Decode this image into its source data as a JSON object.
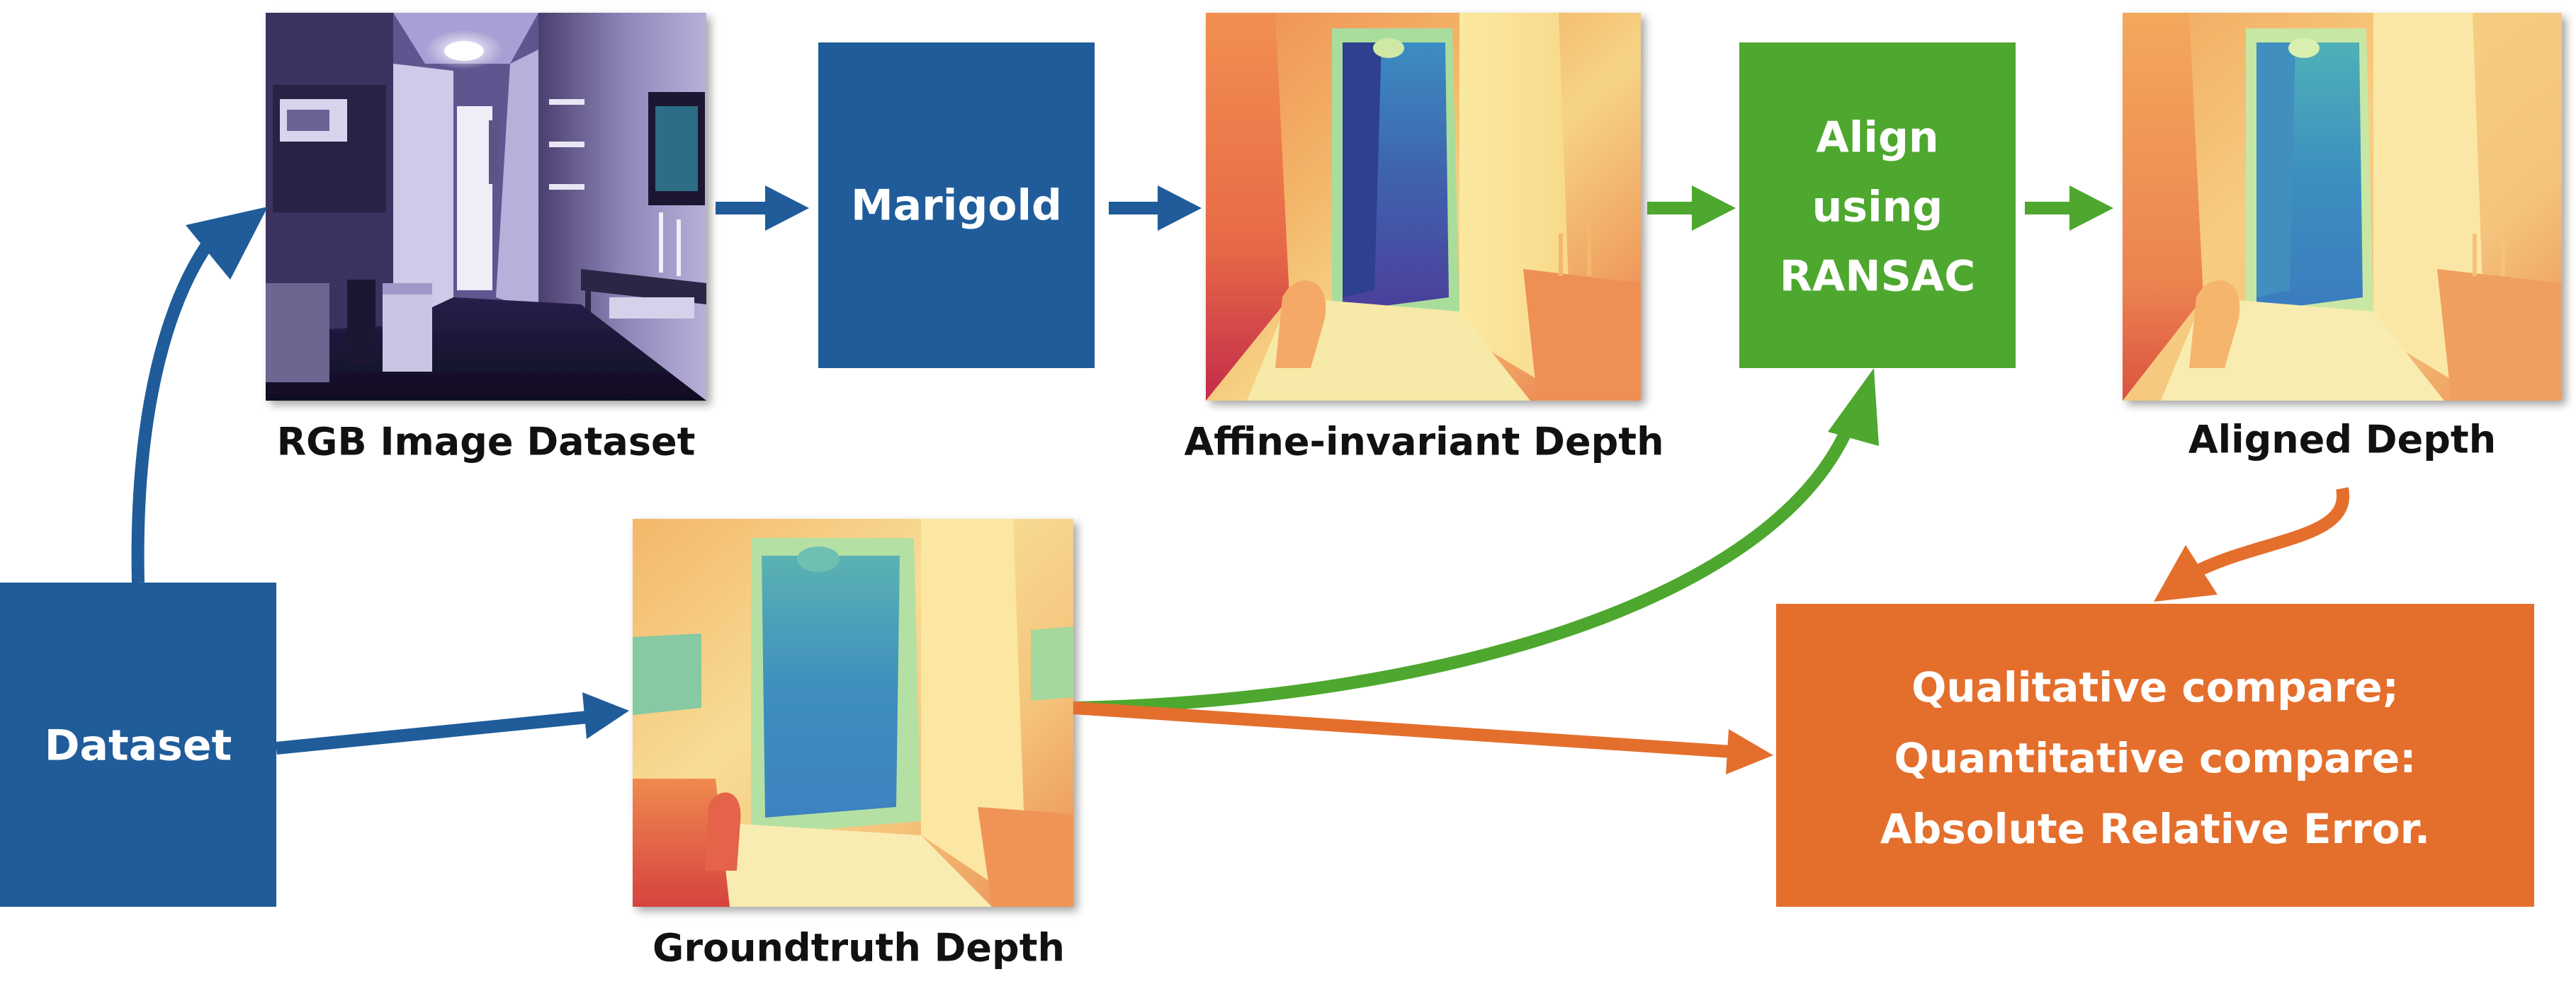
{
  "nodes": {
    "dataset": {
      "label": "Dataset"
    },
    "marigold": {
      "label": "Marigold"
    },
    "align": {
      "label_lines": [
        "Align",
        "using",
        "RANSAC"
      ]
    },
    "compare": {
      "label_lines": [
        "Qualitative compare;",
        "Quantitative compare:",
        "Absolute Relative Error."
      ]
    }
  },
  "captions": {
    "rgb": "RGB Image Dataset",
    "affine": "Affine-invariant Depth",
    "aligned": "Aligned Depth",
    "groundtruth": "Groundtruth Depth"
  },
  "colors": {
    "blue": "#1f5c99",
    "green": "#4ea72e",
    "orange": "#e46f2d",
    "text_dark": "#111111",
    "text_light": "#ffffff"
  }
}
